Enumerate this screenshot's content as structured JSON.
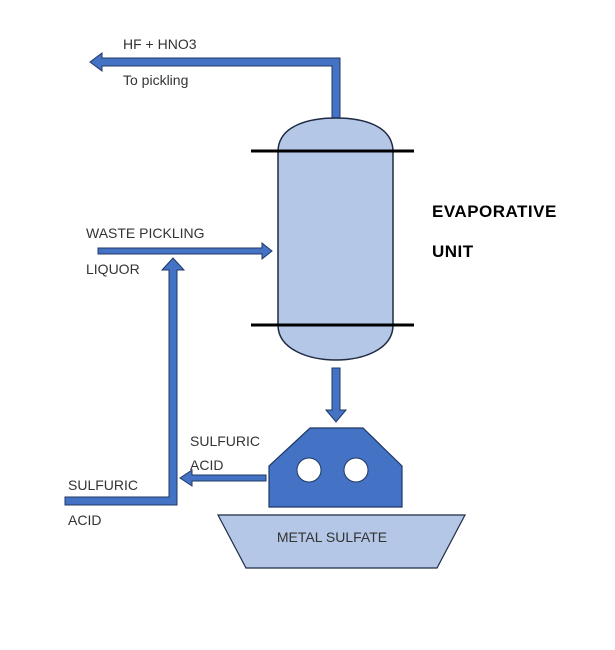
{
  "labels": {
    "top_line1": "HF + HNO3",
    "top_line2": "To pickling",
    "feed_line1": "WASTE PICKLING",
    "feed_line2": "LIQUOR",
    "recycle_line1": "SULFURIC",
    "recycle_line2": "ACID",
    "outlet_line1": "SULFURIC",
    "outlet_line2": "ACID",
    "unit_line1": "EVAPORATIVE",
    "unit_line2": "UNIT",
    "tray": "METAL SULFATE"
  },
  "colors": {
    "pipe": "#4472C4",
    "vessel": "#B4C7E7",
    "outline": "#1F3864"
  }
}
